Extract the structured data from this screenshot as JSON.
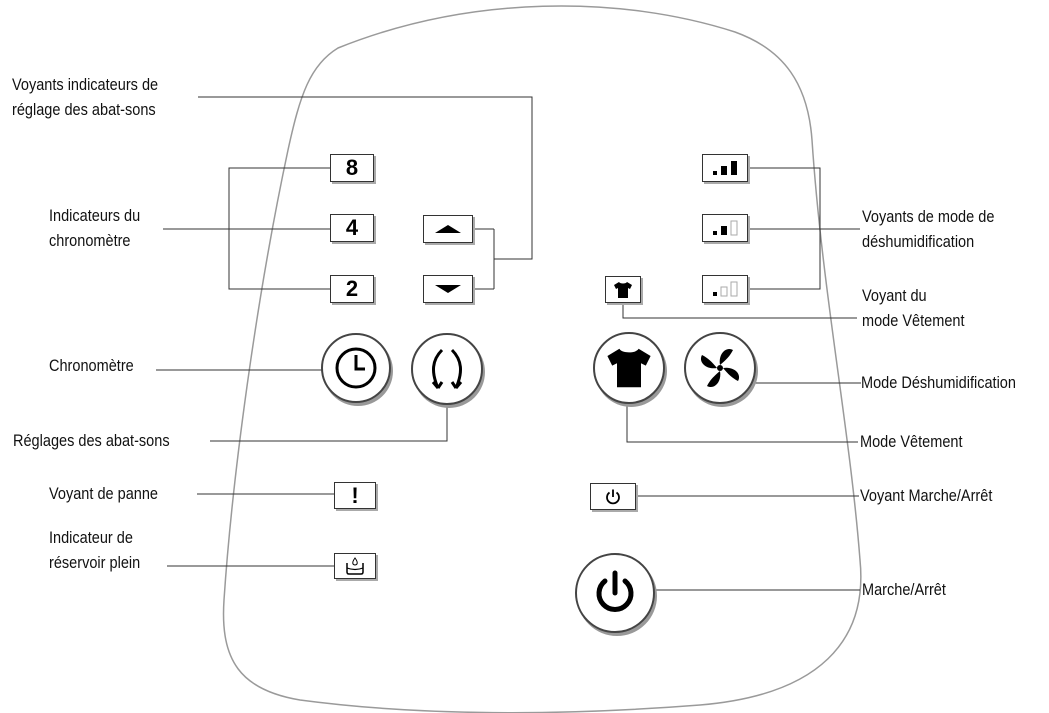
{
  "labels": {
    "fan_setting_lights_1": "Voyants indicateurs de",
    "fan_setting_lights_2": "réglage des abat-sons",
    "timer_indicators_1": "Indicateurs du",
    "timer_indicators_2": "chronomètre",
    "timer": "Chronomètre",
    "louver_settings": "Réglages des abat-sons",
    "fault_light": "Voyant de panne",
    "tank_full_1": "Indicateur de",
    "tank_full_2": "réservoir plein",
    "dehum_mode_lights_1": "Voyants de mode de",
    "dehum_mode_lights_2": "déshumidification",
    "clothes_light_1": "Voyant du",
    "clothes_light_2": "mode Vêtement",
    "dehum_mode": "Mode Déshumidification",
    "clothes_mode": "Mode Vêtement",
    "power_light": "Voyant Marche/Arrêt",
    "power": "Marche/Arrêt"
  },
  "timer_values": {
    "t8": "8",
    "t4": "4",
    "t2": "2"
  },
  "icons": {
    "fault": "!",
    "arrow_up": "arrow-up-icon",
    "arrow_down": "arrow-down-icon",
    "signal_high": "signal-high-icon",
    "signal_medium": "signal-medium-icon",
    "signal_low": "signal-low-icon",
    "shirt": "shirt-icon",
    "fan": "fan-icon",
    "clock": "clock-icon",
    "louver": "louver-icon",
    "power": "power-icon",
    "tank": "water-tank-icon"
  },
  "colors": {
    "stroke": "#333333",
    "panel_outline": "#9a9a9a",
    "icon_fill": "#000000"
  }
}
